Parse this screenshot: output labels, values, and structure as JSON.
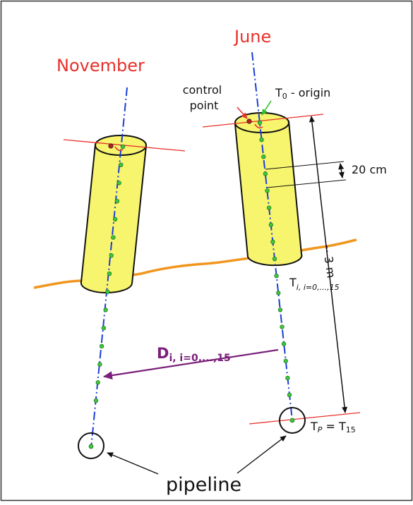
{
  "labels": {
    "november": "November",
    "june": "June",
    "control_point_line1": "control",
    "control_point_line2": "point",
    "t0_main": "T",
    "t0_sub": "0",
    "t0_rest": " - origin",
    "spacing": "20 cm",
    "length": "~ 3 m",
    "ti_main": "T",
    "ti_sub": "i, i=0,...,15",
    "di_main": "D",
    "di_sub": "i, i=0,...,15",
    "tp_main": "T",
    "tp_sub1": "P",
    "tp_eq": " = T",
    "tp_sub2": "15",
    "pipeline": "pipeline"
  },
  "colors": {
    "cylinder_fill": "#f7f46e",
    "cylinder_stroke": "#111111",
    "axis_line": "#1a3fd6",
    "point_fill": "#3cc83c",
    "control_point_fill": "#b8201c",
    "ground_line": "#f0961e",
    "plane_line": "#e8302a",
    "arrow_purple": "#7a1f7a",
    "label_red": "#e8302a"
  },
  "icons": {
    "control_arrow": "red-arrow-icon",
    "origin_arrow": "green-arrow-icon"
  }
}
